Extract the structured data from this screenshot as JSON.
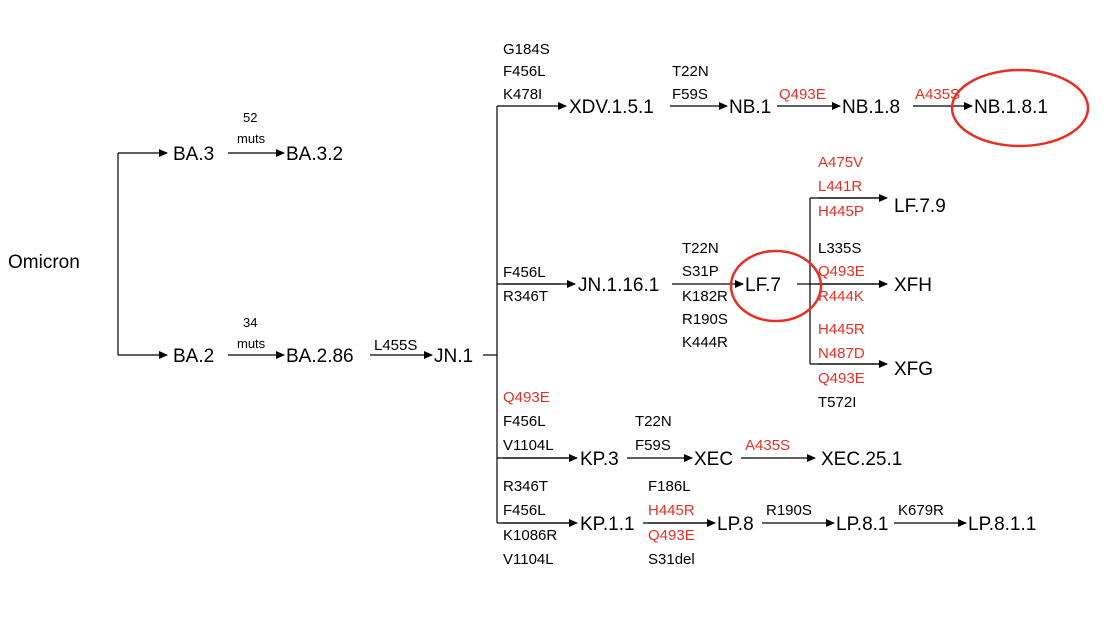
{
  "colors": {
    "line": "#000000",
    "text": "#000000",
    "highlight": "#e53125"
  },
  "nodes": {
    "omicron": "Omicron",
    "ba3": "BA.3",
    "ba32": "BA.3.2",
    "ba2": "BA.2",
    "ba286": "BA.2.86",
    "jn1": "JN.1",
    "xdv151": "XDV.1.5.1",
    "nb1": "NB.1",
    "nb18": "NB.1.8",
    "nb181": "NB.1.8.1",
    "jn1161": "JN.1.16.1",
    "lf7": "LF.7",
    "lf79": "LF.7.9",
    "xfh": "XFH",
    "xfg": "XFG",
    "kp3": "KP.3",
    "xec": "XEC",
    "xec251": "XEC.25.1",
    "kp11": "KP.1.1",
    "lp8": "LP.8",
    "lp81": "LP.8.1",
    "lp811": "LP.8.1.1"
  },
  "labels": {
    "ba3_muts": [
      "52",
      "muts"
    ],
    "ba2_muts": [
      "34",
      "muts"
    ],
    "l455s": "L455S",
    "xdv_muts": [
      "G184S",
      "F456L",
      "K478I"
    ],
    "nb1_muts": [
      "T22N",
      "F59S"
    ],
    "nb18_mut": "Q493E",
    "nb181_mut": "A435S",
    "jn1161_muts": [
      "F456L",
      "R346T"
    ],
    "lf7_muts": [
      "T22N",
      "S31P",
      "K182R",
      "R190S",
      "K444R"
    ],
    "lf79_muts": [
      "A475V",
      "L441R",
      "H445P"
    ],
    "xfh_muts": [
      "L335S",
      "Q493E",
      "R444K"
    ],
    "xfg_muts": [
      "H445R",
      "N487D",
      "Q493E",
      "T572I"
    ],
    "kp3_muts": [
      "Q493E",
      "F456L",
      "V1104L"
    ],
    "xec_muts": [
      "T22N",
      "F59S"
    ],
    "xec251_mut": "A435S",
    "kp11_muts": [
      "R346T",
      "F456L",
      "K1086R",
      "V1104L"
    ],
    "lp8_muts": [
      "F186L",
      "H445R",
      "Q493E",
      "S31del"
    ],
    "lp81_mut": "R190S",
    "lp811_mut": "K679R"
  }
}
